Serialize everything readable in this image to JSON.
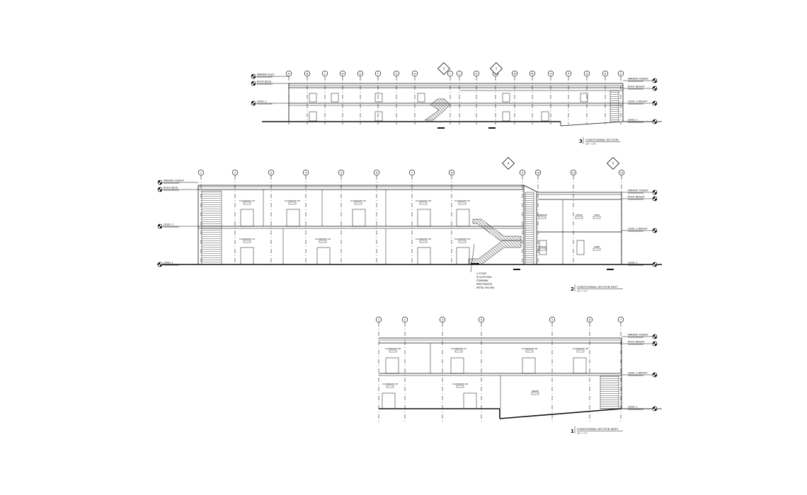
{
  "drawings": [
    {
      "id": "section-3",
      "number": "3",
      "title": "LONGITUDINAL SECTION",
      "scale": "1/8\" = 1'-0\"",
      "level_labels_left": [
        "PARAPET ELEV",
        "ROOF DECK",
        "LEVEL 2"
      ],
      "level_labels_right": [
        "PARAPET HEIGHT",
        "ROOF HEIGHT",
        "LEVEL 2 HEIGHT",
        "LEVEL 1"
      ],
      "grid_bubbles": [
        "A",
        "B",
        "C",
        "D",
        "E",
        "F",
        "G",
        "H",
        "I",
        "J",
        "K",
        "L",
        "M",
        "N",
        "O",
        "P",
        "Q",
        "R",
        "S"
      ],
      "section_markers": [
        "2",
        "1"
      ]
    },
    {
      "id": "section-2",
      "number": "2",
      "title": "LONGITUDINAL SECTION EAST",
      "scale": "1/8\" = 1'-0\"",
      "level_labels_left": [
        "PARAPET HEIGHT",
        "ROOF DECK",
        "LEVEL 2",
        "LEVEL 1"
      ],
      "level_labels_right": [
        "PARAPET HEIGHT",
        "ROOF HEIGHT",
        "LEVEL 2 HEIGHT",
        "LEVEL 1"
      ],
      "grid_bubbles": [
        "1",
        "2",
        "3",
        "4",
        "5",
        "6",
        "7",
        "8",
        "9",
        "10",
        "11",
        "12"
      ],
      "room_tags": [
        "CLASSROOM 201",
        "CLASSROOM 202",
        "CLASSROOM 203",
        "CLASSROOM 204",
        "CLASSROOM 205",
        "CLASSROOM 101",
        "CLASSROOM 102",
        "CLASSROOM 103",
        "CLASSROOM 104",
        "CORRIDOR",
        "OFFICE",
        "STAIR",
        "STORAGE",
        "LOBBY"
      ],
      "note_lines": [
        "2-STORY",
        "SCULPTURAL",
        "STAIRWAY",
        "PERFORATED",
        "METAL RAILING"
      ],
      "section_markers": [
        "4",
        "5"
      ]
    },
    {
      "id": "section-1",
      "number": "1",
      "title": "LONGITUDINAL SECTION WEST",
      "scale": "1/8\" = 1'-0\"",
      "level_labels_right": [
        "PARAPET HEIGHT",
        "ROOF HEIGHT",
        "LEVEL 2 HEIGHT",
        "LEVEL 1"
      ],
      "grid_bubbles": [
        "1",
        "2",
        "3",
        "4",
        "5",
        "6",
        "7"
      ],
      "room_tags": [
        "CLASSROOM 206",
        "CLASSROOM 207",
        "CLASSROOM 208",
        "CLASSROOM 209",
        "CLASSROOM 105",
        "CLASSROOM 106",
        "LIBRARY"
      ]
    }
  ]
}
